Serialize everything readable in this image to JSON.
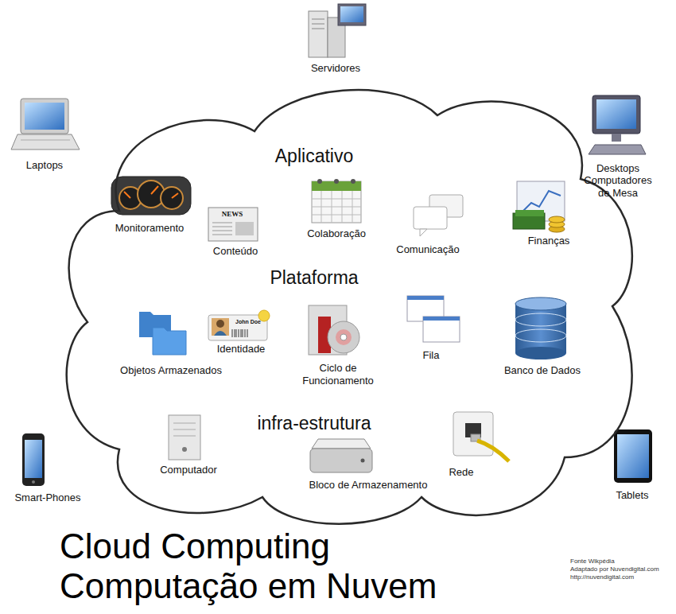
{
  "diagram": {
    "title": "Cloud Computing Computação em Nuvem",
    "nodes": [
      {
        "text": [
          "Aplicativo",
          "Plataforma",
          "infra-estrutura"
        ]
      }
    ],
    "labels": [
      "Servidores",
      "Laptops",
      "Desktops Computadores de Mesa",
      "Monitoramento",
      "NEWS",
      "Conteúdo",
      "Colaboração",
      "Comunicação",
      "Finanças",
      "John Doe",
      "Identidade",
      "Objetos Armazenados",
      "Ciclo de Funcionamento",
      "Fila",
      "Banco de Dados",
      "Computador",
      "Bloco de Armazenamento",
      "Rede",
      "Smart-Phones",
      "Tablets",
      "Fonte Wikpédia",
      "Adaptado por Nuvendigital.com",
      "http://nuvendigital.com"
    ]
  }
}
